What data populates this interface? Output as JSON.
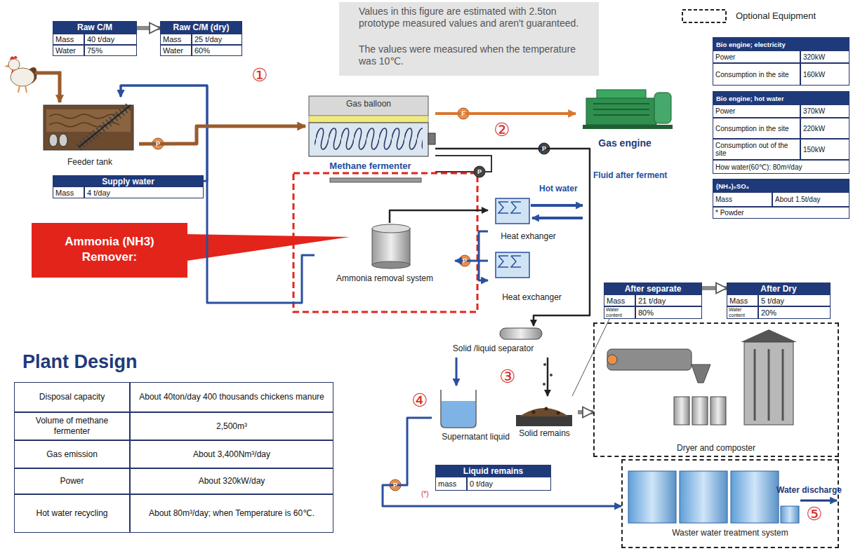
{
  "diagram": {
    "nodes": [
      {
        "text": [
          "Raw C/M"
        ]
      },
      {
        "text": [
          "Raw C/M (dry)"
        ]
      },
      {
        "text": [
          "Feeder tank"
        ]
      },
      {
        "text": [
          "Supply water"
        ]
      },
      {
        "text": [
          "Gas balloon",
          "Methane fermenter"
        ]
      },
      {
        "text": [
          "Gas engine"
        ]
      },
      {
        "text": [
          "Ammonia removal system"
        ]
      },
      {
        "text": [
          "Heat exhanger"
        ]
      },
      {
        "text": [
          "Heat exchanger"
        ]
      },
      {
        "text": [
          "Solid /liquid separator"
        ]
      },
      {
        "text": [
          "Supernatant liquid"
        ]
      },
      {
        "text": [
          "Solid remains"
        ]
      },
      {
        "text": [
          "After separate"
        ]
      },
      {
        "text": [
          "After Dry"
        ]
      },
      {
        "text": [
          "Dryer and composter"
        ]
      },
      {
        "text": [
          "Waster water treatment system"
        ]
      },
      {
        "text": [
          "Liquid remains"
        ]
      },
      {
        "text": [
          "Ammonia (NH3) Remover:"
        ]
      },
      {
        "text": [
          "Values in this figure are estimated with 2.5ton prototype measured values and aren't guaranteed.",
          "The values were measured when the temperature was 10℃."
        ]
      },
      {
        "text": [
          "Bio engine; electricity"
        ]
      },
      {
        "text": [
          "Bio engine; hot water"
        ]
      },
      {
        "text": [
          "(NH₄)₂SO₄"
        ]
      },
      {
        "text": [
          "Plant Design"
        ]
      }
    ],
    "edges": [
      {
        "from": 0,
        "to": 1,
        "arrow": "to"
      },
      {
        "from": 3,
        "to": 2,
        "arrow": "to"
      },
      {
        "from": 6,
        "to": 2,
        "arrow": "to"
      },
      {
        "from": 2,
        "to": 4,
        "arrow": "to"
      },
      {
        "from": 4,
        "to": 5,
        "arrow": "to"
      },
      {
        "from": 4,
        "to": 9,
        "arrow": "to",
        "label": "Fluid after ferment"
      },
      {
        "from": 6,
        "to": 7,
        "arrow": "to"
      },
      {
        "from": 7,
        "to": 8,
        "arrow": "to"
      },
      {
        "from": 8,
        "to": 6,
        "arrow": "to"
      },
      {
        "from": 9,
        "to": 10,
        "arrow": "to"
      },
      {
        "from": 9,
        "to": 11,
        "arrow": "to"
      },
      {
        "from": 10,
        "to": 15,
        "arrow": "to"
      },
      {
        "from": 12,
        "to": 13,
        "arrow": "to"
      },
      {
        "from": 11,
        "to": 14,
        "arrow": "to"
      },
      {
        "from": 11,
        "to": 12,
        "arrow": "none"
      }
    ],
    "labels": [
      "Mass",
      "40 t/day",
      "Water",
      "75%",
      "Mass",
      "25 t/day",
      "Water",
      "60%",
      "①",
      "Mass",
      "4 t/day",
      "P",
      "F",
      "②",
      "P",
      "P",
      "Hot water",
      "P",
      "③",
      "④",
      "P",
      "mass",
      "0 t/day",
      "(*)",
      "Water discharge",
      "⑤",
      "Mass",
      "21 t/day",
      "Water content",
      "80%",
      "Mass",
      "5 t/day",
      "Water content",
      "20%",
      "Power",
      "320kW",
      "Consumption in the site",
      "160kW",
      "Power",
      "370kW",
      "Consumption in the site",
      "220kW",
      "Consumption out of the site",
      "150kW",
      "How water(60℃): 80m³/day",
      "Mass",
      "About 1.5t/day",
      "* Powder",
      "Disposal capacity",
      "About 40ton/day 400 thousands chickens manure",
      "Volume of methane fermenter",
      "2,500m³",
      "Gas emission",
      "About 3,400Nm³/day",
      "Power",
      "About 320kW/day",
      "Hot water recycling",
      "About 80m³/day; when Temperature is 60℃."
    ],
    "legend": [
      {
        "text": "Optional Equipment"
      }
    ]
  }
}
